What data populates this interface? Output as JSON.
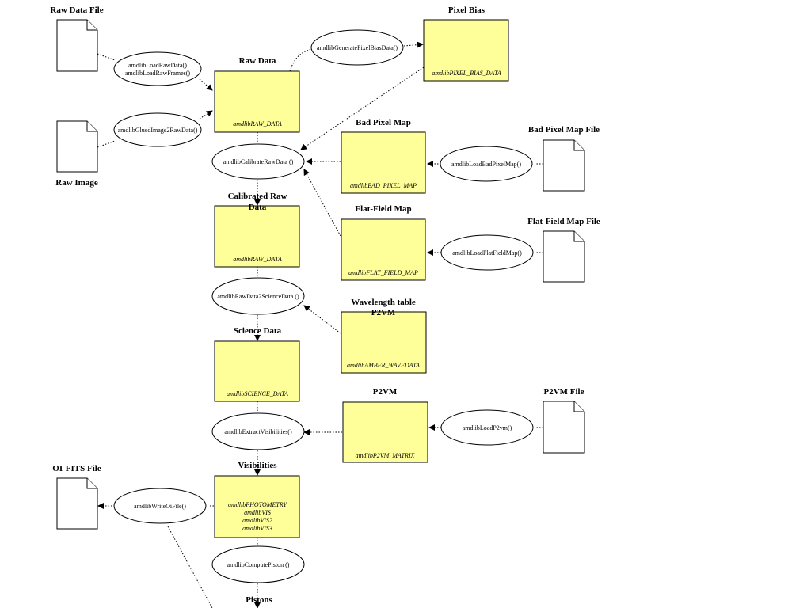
{
  "files": {
    "raw_data_file": "Raw Data File",
    "raw_image": "Raw Image",
    "bad_pixel_map_file": "Bad Pixel Map File",
    "flat_field_map_file": "Flat-Field Map File",
    "p2vm_file": "P2VM File",
    "oi_fits_file": "OI-FITS File"
  },
  "data_boxes": {
    "raw_data": {
      "title": "Raw Data",
      "type": "amdlibRAW_DATA"
    },
    "pixel_bias": {
      "title": "Pixel Bias",
      "type": "amdlibPIXEL_BIAS_DATA"
    },
    "bad_pixel_map": {
      "title": "Bad Pixel Map",
      "type": "amdlibBAD_PIXEL_MAP"
    },
    "flat_field_map": {
      "title": "Flat-Field Map",
      "type": "amdlibFLAT_FIELD_MAP"
    },
    "calibrated_raw_data": {
      "title_line1": "Calibrated Raw",
      "title_line2": "Data",
      "type": "amdlibRAW_DATA"
    },
    "wavelength_table": {
      "title_line1": "Wavelength table",
      "title_line2": "P2VM",
      "type": "amdlibAMBER_WAVEDATA"
    },
    "science_data": {
      "title": "Science Data",
      "type": "amdlibSCIENCE_DATA"
    },
    "p2vm": {
      "title": "P2VM",
      "type": "amdlibP2VM_MATRIX"
    },
    "visibilities": {
      "title": "Visibilities",
      "type1": "amdlibPHOTOMETRY",
      "type2": "amdlibVIS",
      "type3": "amdlibVIS2",
      "type4": "amdlibVIS3"
    },
    "pistons": {
      "title": "Pistons"
    }
  },
  "functions": {
    "load_raw_data": "amdlibLoadRawData()",
    "load_raw_frames": "amdlibLoadRawFrames()",
    "glued_image": "amdlibGluedImage2RawData()",
    "generate_pixel_bias": "amdlibGeneratePixelBiasData()",
    "calibrate_raw_data": "amdlibCalibrateRawData ()",
    "load_bad_pixel_map": "amdlibLoadBadPixelMap()",
    "load_flat_field_map": "amdlibLoadFlatFieldMap()",
    "raw_data_to_science": "amdlibRawData2ScienceData ()",
    "extract_visibilities": "amdlibExtractVisibilities()",
    "load_p2vm": "amdlibLoadP2vm()",
    "write_oi_file": "amdlibWriteOiFile()",
    "compute_piston": "amdlibComputePiston ()"
  }
}
